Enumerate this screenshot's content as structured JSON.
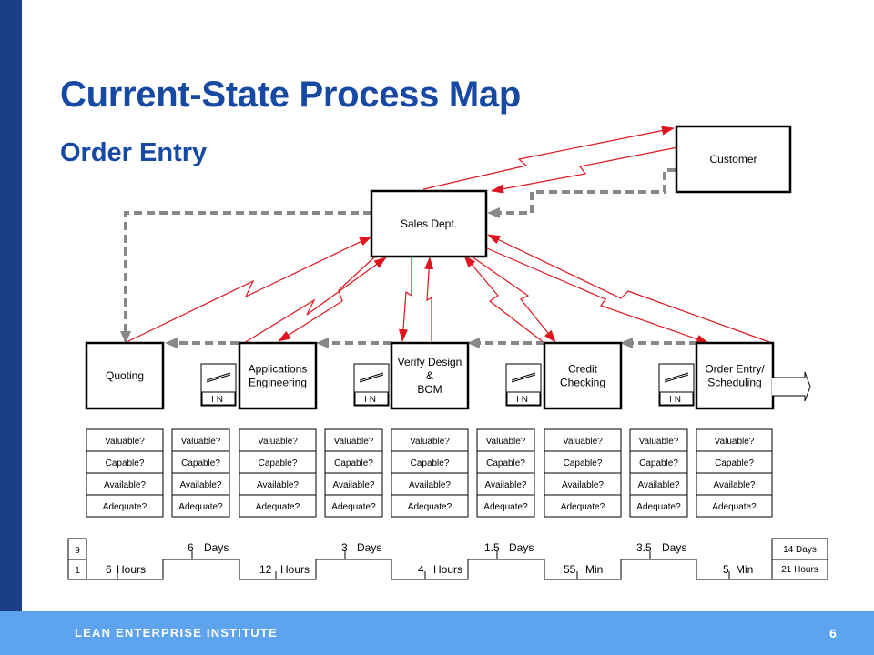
{
  "header": {
    "title": "Current-State Process Map",
    "subtitle": "Order Entry"
  },
  "footer": {
    "brand": "LEAN ENTERPRISE INSTITUTE",
    "page_number": "6"
  },
  "external": {
    "customer": "Customer",
    "sales": "Sales Dept."
  },
  "processes": [
    {
      "id": "quoting",
      "lines": [
        "Quoting"
      ]
    },
    {
      "id": "apps",
      "lines": [
        "Applications",
        "Engineering"
      ]
    },
    {
      "id": "verify",
      "lines": [
        "Verify Design",
        "&",
        "BOM"
      ]
    },
    {
      "id": "credit",
      "lines": [
        "Credit",
        "Checking"
      ]
    },
    {
      "id": "order",
      "lines": [
        "Order Entry/",
        "Scheduling"
      ]
    }
  ],
  "inbox_label": "IN",
  "questions": [
    "Valuable?",
    "Capable?",
    "Available?",
    "Adequate?"
  ],
  "timeline": {
    "top_left": "9",
    "bottom_left": "1",
    "waits": [
      {
        "value": "6",
        "unit": "Days"
      },
      {
        "value": "3",
        "unit": "Days"
      },
      {
        "value": "1.5",
        "unit": "Days"
      },
      {
        "value": "3.5",
        "unit": "Days"
      }
    ],
    "process_times": [
      {
        "value": "6",
        "unit": "Hours"
      },
      {
        "value": "12",
        "unit": "Hours"
      },
      {
        "value": "4",
        "unit": "Hours"
      },
      {
        "value": "55",
        "unit": "Min"
      },
      {
        "value": "5",
        "unit": "Min"
      }
    ],
    "total_lead": "14 Days",
    "total_process": "21 Hours"
  },
  "colors": {
    "accent": "#1549a4",
    "side_bar": "#1b3f86",
    "footer": "#5ea3ee",
    "info_arrow": "#e0141e",
    "push_arrow": "#888888"
  }
}
